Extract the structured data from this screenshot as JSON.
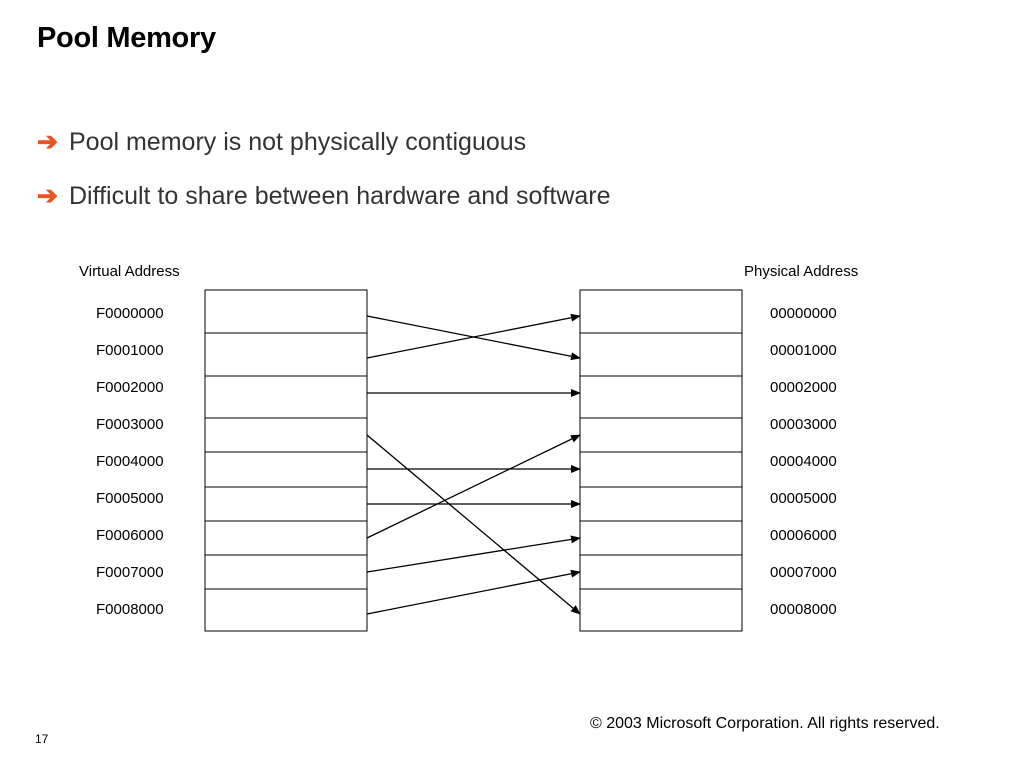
{
  "slide": {
    "title": "Pool Memory",
    "bullets": [
      "Pool memory is not physically contiguous",
      "Difficult to share between hardware and software"
    ],
    "bullet_marker": "arrow-right-icon",
    "accent_color": "#e8541f",
    "footer": "© 2003 Microsoft Corporation. All rights reserved.",
    "page_number": "17"
  },
  "diagram": {
    "virtual_label": "Virtual Address",
    "physical_label": "Physical Address",
    "virtual_addresses": [
      "F0000000",
      "F0001000",
      "F0002000",
      "F0003000",
      "F0004000",
      "F0005000",
      "F0006000",
      "F0007000",
      "F0008000"
    ],
    "physical_addresses": [
      "00000000",
      "00001000",
      "00002000",
      "00003000",
      "00004000",
      "00005000",
      "00006000",
      "00007000",
      "00008000"
    ],
    "mappings": [
      {
        "from": "F0000000",
        "to": "00001000"
      },
      {
        "from": "F0001000",
        "to": "00000000"
      },
      {
        "from": "F0002000",
        "to": "00002000"
      },
      {
        "from": "F0003000",
        "to": "00008000"
      },
      {
        "from": "F0004000",
        "to": "00004000"
      },
      {
        "from": "F0005000",
        "to": "00005000"
      },
      {
        "from": "F0006000",
        "to": "00003000"
      },
      {
        "from": "F0007000",
        "to": "00006000"
      },
      {
        "from": "F0008000",
        "to": "00007000"
      }
    ]
  }
}
